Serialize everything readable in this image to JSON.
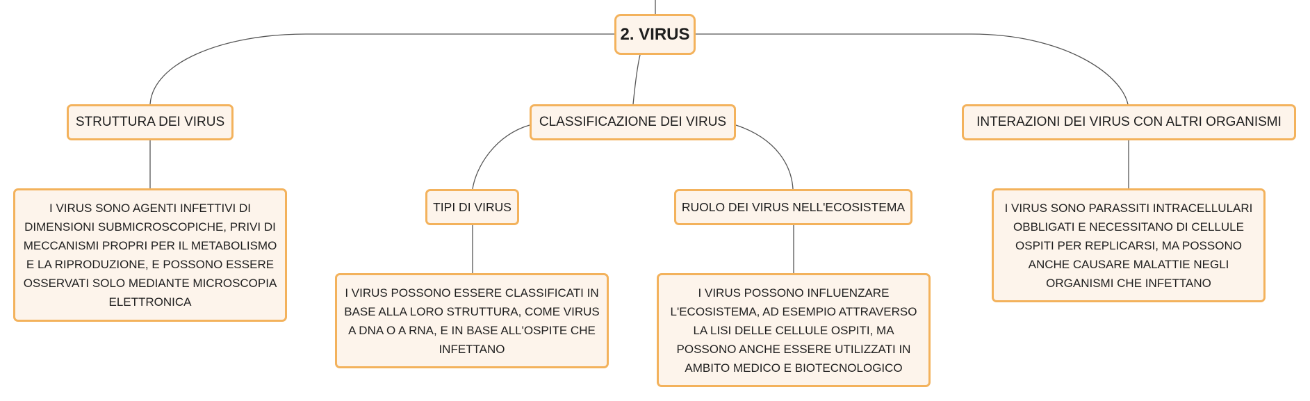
{
  "root": {
    "label": "2. VIRUS"
  },
  "branches": {
    "struttura": {
      "label": "STRUTTURA DEI VIRUS",
      "text": "I VIRUS SONO AGENTI INFETTIVI DI DIMENSIONI SUBMICROSCOPICHE, PRIVI DI MECCANISMI PROPRI PER IL METABOLISMO E LA RIPRODUZIONE, E POSSONO ESSERE OSSERVATI SOLO MEDIANTE MICROSCOPIA ELETTRONICA"
    },
    "classificazione": {
      "label": "CLASSIFICAZIONE DEI VIRUS",
      "tipi": {
        "label": "TIPI DI VIRUS",
        "text": "I VIRUS POSSONO ESSERE CLASSIFICATI IN BASE ALLA LORO STRUTTURA, COME VIRUS A DNA O A RNA, E IN BASE ALL'OSPITE CHE INFETTANO"
      },
      "ruolo": {
        "label": "RUOLO DEI VIRUS NELL'ECOSISTEMA",
        "text": "I VIRUS POSSONO INFLUENZARE L'ECOSISTEMA, AD ESEMPIO ATTRAVERSO LA LISI DELLE CELLULE OSPITI, MA POSSONO ANCHE ESSERE UTILIZZATI IN AMBITO MEDICO E BIOTECNOLOGICO"
      }
    },
    "interazioni": {
      "label": "INTERAZIONI DEI VIRUS CON ALTRI ORGANISMI",
      "text": "I VIRUS SONO PARASSITI INTRACELLULARI OBBLIGATI E NECESSITANO DI CELLULE OSPITI PER REPLICARSI, MA POSSONO ANCHE CAUSARE MALATTIE NEGLI ORGANISMI CHE INFETTANO"
    }
  },
  "colors": {
    "node_fill": "#fdf4eb",
    "node_border": "#f3b25c",
    "connector": "#555555",
    "text": "#1e1e1e"
  }
}
